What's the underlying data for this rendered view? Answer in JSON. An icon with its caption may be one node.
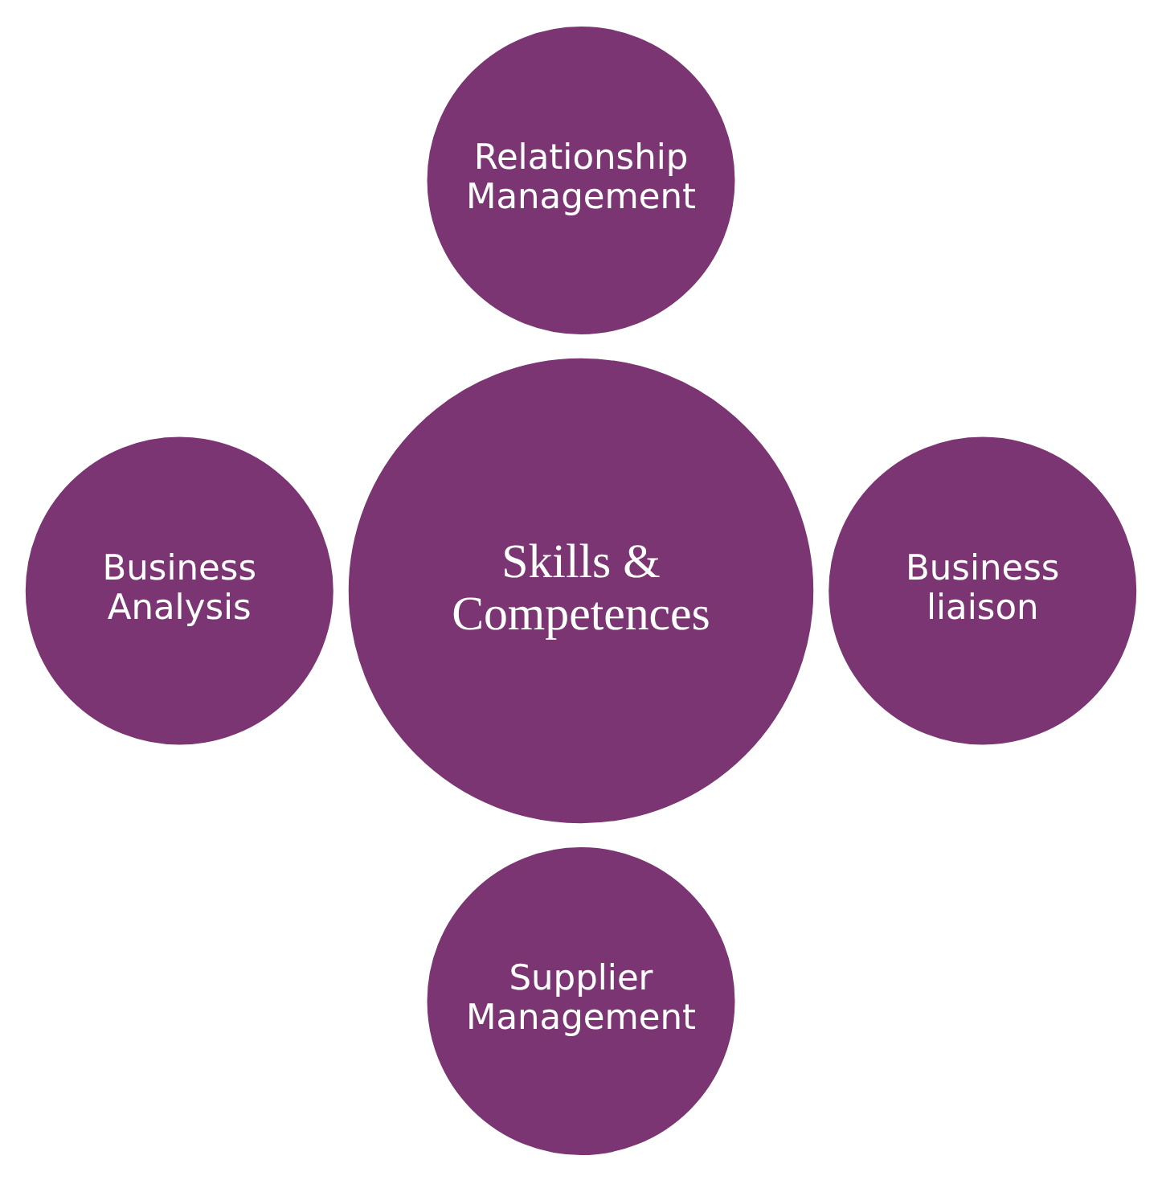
{
  "diagram": {
    "nodes": [
      {
        "text": [
          "Relationship Management"
        ]
      },
      {
        "text": [
          "Business Analysis"
        ]
      },
      {
        "text": [
          "Skills & Competences"
        ]
      },
      {
        "text": [
          "Business liaison"
        ]
      },
      {
        "text": [
          "Supplier Management"
        ]
      }
    ]
  }
}
